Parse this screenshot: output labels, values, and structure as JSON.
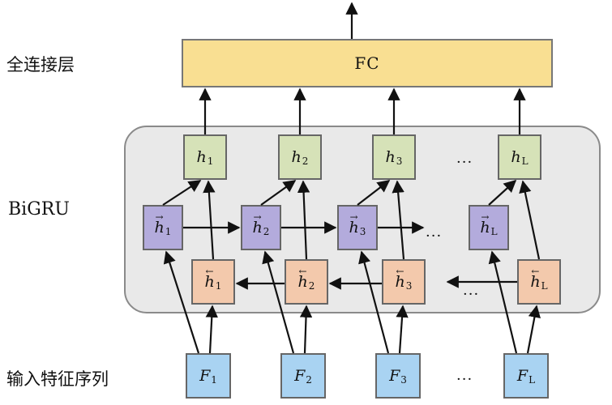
{
  "labels": {
    "fc_layer": "全连接层",
    "bigru": "BiGRU",
    "input_features": "输入特征序列"
  },
  "fc": {
    "text": "FC"
  },
  "hidden": [
    {
      "sym": "h",
      "sub": "1"
    },
    {
      "sym": "h",
      "sub": "2"
    },
    {
      "sym": "h",
      "sub": "3"
    },
    {
      "sym": "h",
      "sub": "L"
    }
  ],
  "forward": [
    {
      "sym": "h",
      "sub": "1"
    },
    {
      "sym": "h",
      "sub": "2"
    },
    {
      "sym": "h",
      "sub": "3"
    },
    {
      "sym": "h",
      "sub": "L"
    }
  ],
  "backward": [
    {
      "sym": "h",
      "sub": "1"
    },
    {
      "sym": "h",
      "sub": "2"
    },
    {
      "sym": "h",
      "sub": "3"
    },
    {
      "sym": "h",
      "sub": "L"
    }
  ],
  "inputs": [
    {
      "sym": "F",
      "sub": "1"
    },
    {
      "sym": "F",
      "sub": "2"
    },
    {
      "sym": "F",
      "sub": "3"
    },
    {
      "sym": "F",
      "sub": "L"
    }
  ],
  "ellipsis": "···",
  "colors": {
    "fc": "#f9df92",
    "hidden": "#d6e2b8",
    "forward": "#b3abdc",
    "backward": "#f3c9ac",
    "input": "#a9d3f2",
    "panel": "#e9e9e9"
  }
}
